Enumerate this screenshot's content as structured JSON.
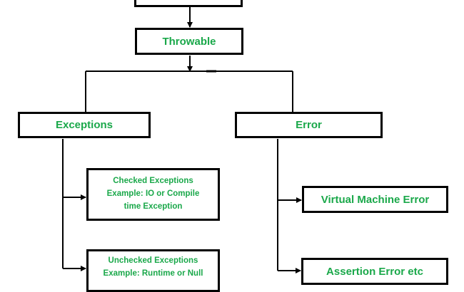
{
  "colors": {
    "text": "#1aa84a",
    "border": "#000000",
    "background": "#ffffff"
  },
  "nodes": {
    "root": {
      "label": ""
    },
    "throwable": {
      "label": "Throwable"
    },
    "exceptions": {
      "label": "Exceptions"
    },
    "error": {
      "label": "Error"
    },
    "checked": {
      "lines": [
        "Checked Exceptions",
        "Example: IO or Compile",
        "time Exception"
      ]
    },
    "unchecked": {
      "lines": [
        "Unchecked Exceptions",
        "Example: Runtime or Null"
      ]
    },
    "vme": {
      "label": "Virtual Machine Error"
    },
    "assertion": {
      "label": "Assertion Error etc"
    }
  }
}
